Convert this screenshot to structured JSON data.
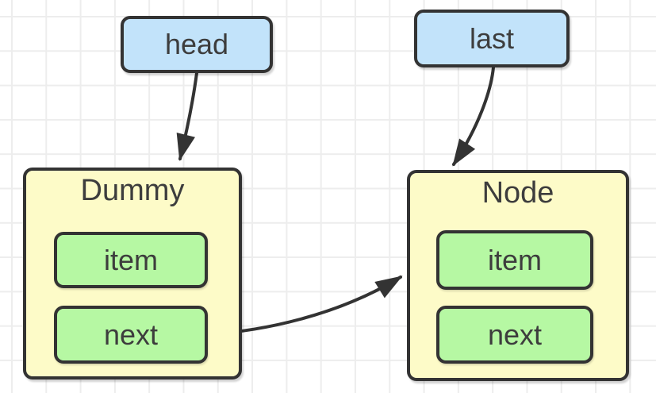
{
  "diagram": {
    "pointers": [
      {
        "id": "head",
        "label": "head"
      },
      {
        "id": "last",
        "label": "last"
      }
    ],
    "nodes": [
      {
        "id": "dummy",
        "title": "Dummy",
        "fields": [
          {
            "label": "item"
          },
          {
            "label": "next"
          }
        ]
      },
      {
        "id": "node",
        "title": "Node",
        "fields": [
          {
            "label": "item"
          },
          {
            "label": "next"
          }
        ]
      }
    ],
    "edges": [
      {
        "from": "head",
        "to": "Dummy",
        "description": "head pointer points to Dummy node"
      },
      {
        "from": "last",
        "to": "Node",
        "description": "last pointer points to Node"
      },
      {
        "from": "Dummy.next",
        "to": "Node",
        "description": "Dummy next field points to Node"
      }
    ]
  },
  "colors": {
    "pointer_fill": "#c2e3fa",
    "node_fill": "#fdfbc8",
    "field_fill": "#b6f8a3",
    "stroke": "#333333",
    "text": "#3d3d3d",
    "grid_line": "#ededed",
    "background": "#ffffff"
  }
}
